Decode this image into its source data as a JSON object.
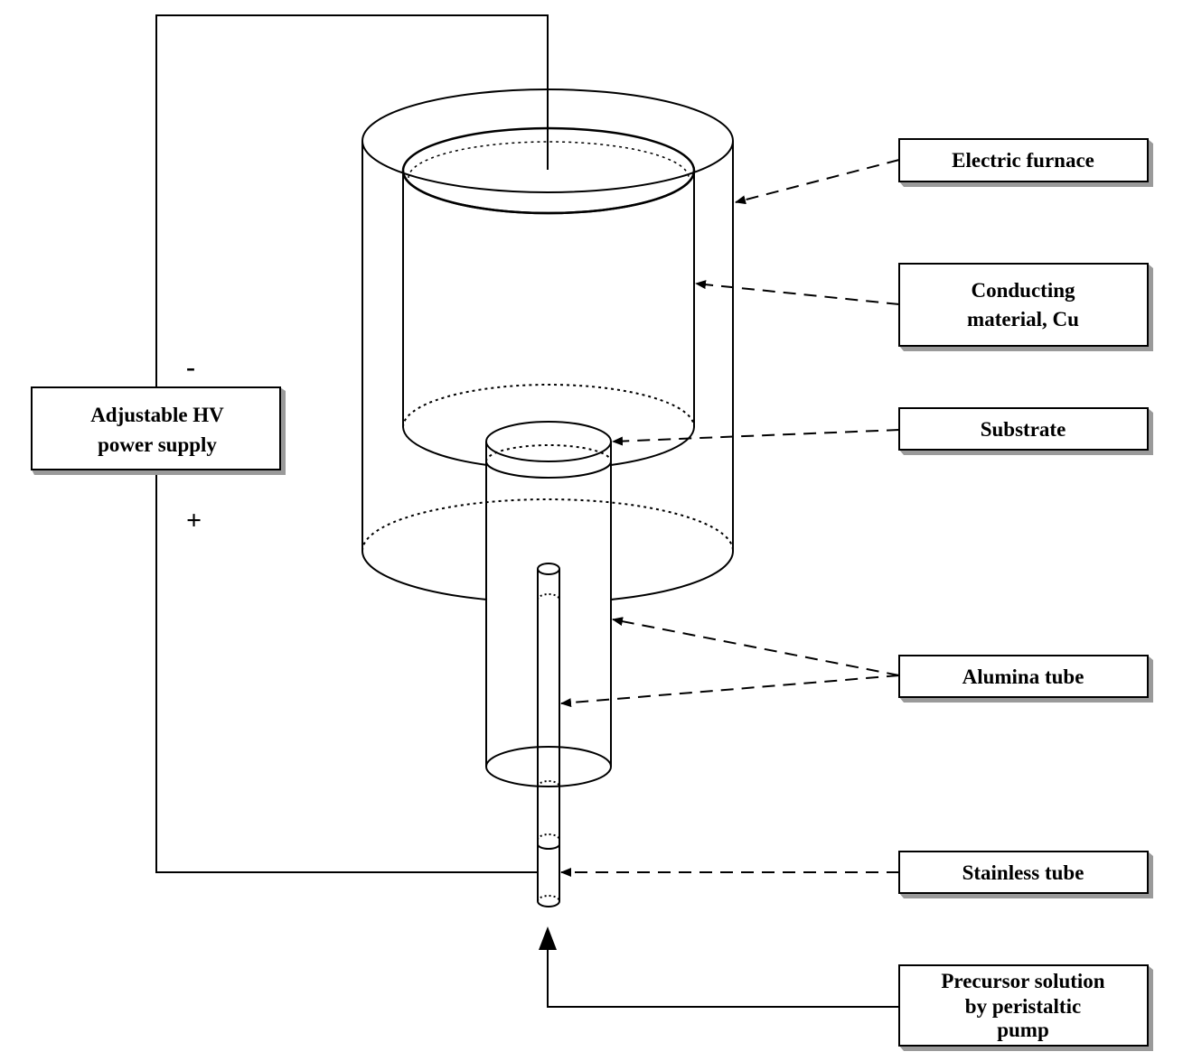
{
  "diagram": {
    "power_supply": {
      "lines": [
        "Adjustable HV",
        "power supply"
      ],
      "minus": "-",
      "plus": "+"
    },
    "labels": {
      "electric_furnace": [
        "Electric furnace"
      ],
      "conducting_material": [
        "Conducting",
        "material, Cu"
      ],
      "substrate": [
        "Substrate"
      ],
      "alumina_tube": [
        "Alumina tube"
      ],
      "stainless_tube": [
        "Stainless tube"
      ],
      "precursor": [
        "Precursor solution",
        "by peristaltic",
        "pump"
      ]
    },
    "colors": {
      "line": "#000000",
      "background": "#ffffff",
      "box_shadow": "#9a9a9a"
    }
  }
}
